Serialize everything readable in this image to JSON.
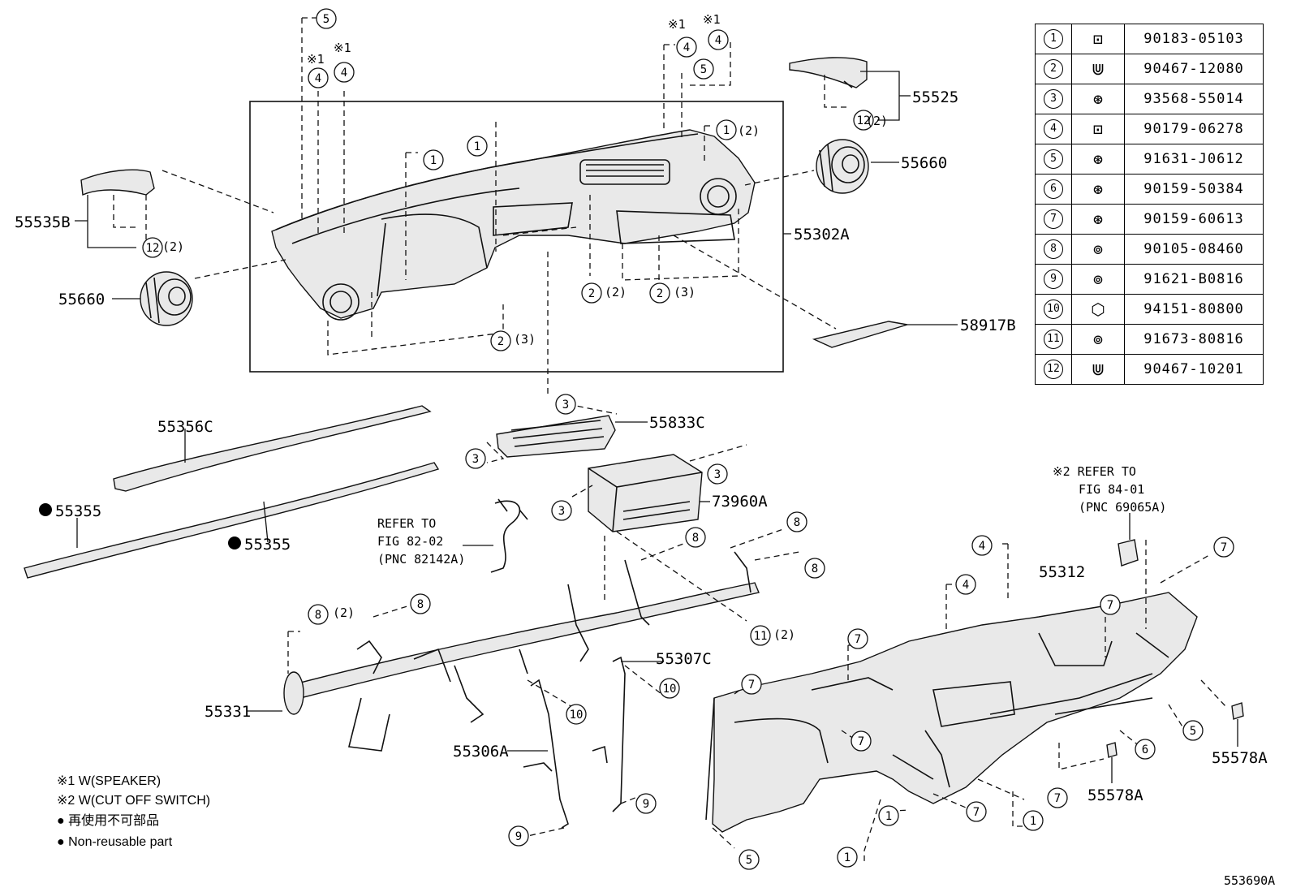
{
  "legend": [
    {
      "no": "1",
      "icon": "clip-nut-icon",
      "part_no": "90183-05103"
    },
    {
      "no": "2",
      "icon": "clip-icon",
      "part_no": "90467-12080"
    },
    {
      "no": "3",
      "icon": "screw-icon",
      "part_no": "93568-55014"
    },
    {
      "no": "4",
      "icon": "clip-nut-icon",
      "part_no": "90179-06278"
    },
    {
      "no": "5",
      "icon": "screw-icon",
      "part_no": "91631-J0612"
    },
    {
      "no": "6",
      "icon": "screw-icon",
      "part_no": "90159-50384"
    },
    {
      "no": "7",
      "icon": "screw-icon",
      "part_no": "90159-60613"
    },
    {
      "no": "8",
      "icon": "bolt-icon",
      "part_no": "90105-08460"
    },
    {
      "no": "9",
      "icon": "bolt-icon",
      "part_no": "91621-B0816"
    },
    {
      "no": "10",
      "icon": "nut-icon",
      "part_no": "94151-80800"
    },
    {
      "no": "11",
      "icon": "bolt-icon",
      "part_no": "91673-80816"
    },
    {
      "no": "12",
      "icon": "clip-icon",
      "part_no": "90467-10201"
    }
  ],
  "parts": {
    "p55525": "55525",
    "p55660_right": "55660",
    "p55660_left": "55660",
    "p55535b": "55535B",
    "p55302a": "55302A",
    "p58917b": "58917B",
    "p55356c": "55356C",
    "p55833c": "55833C",
    "p55355_a": "55355",
    "p55355_b": "55355",
    "p73960a": "73960A",
    "p55312": "55312",
    "p55307c": "55307C",
    "p55331": "55331",
    "p55306a": "55306A",
    "p55578a_a": "55578A",
    "p55578a_b": "55578A"
  },
  "qty": {
    "q2": "(2)",
    "q3": "(3)"
  },
  "refs": {
    "fig82_l1": "REFER TO",
    "fig82_l2": "FIG 82-02",
    "fig82_l3": "(PNC 82142A)",
    "fig84_l1": "※2 REFER TO",
    "fig84_l2": "FIG 84-01",
    "fig84_l3": "(PNC 69065A)"
  },
  "marks": {
    "w1": "※1",
    "w2": "※2"
  },
  "notes": {
    "n1": "※1 W(SPEAKER)",
    "n2": "※2 W(CUT OFF SWITCH)",
    "n3": "● 再使用不可部品",
    "n4": "● Non-reusable part"
  },
  "figure_code": "553690A"
}
